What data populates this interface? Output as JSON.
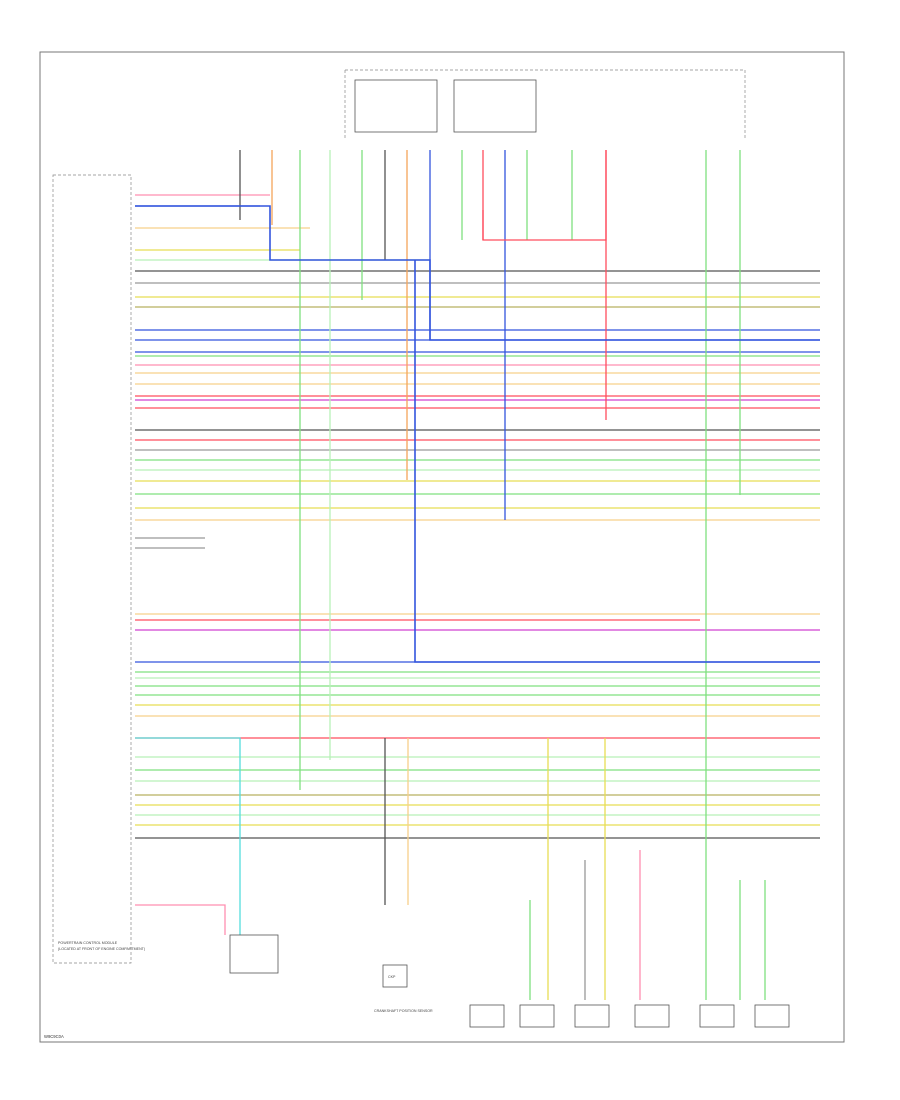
{
  "diagram": {
    "label_code": "W9C9C0A",
    "left_module_caption": "POWERTRAIN CONTROL MODULE",
    "left_module_note": "(LOCATED AT FRONT OF ENGINE COMPARTMENT)",
    "bottom_sensor_caption": "CRANKSHAFT POSITION SENSOR",
    "bottom_sensor_label": "CKP"
  },
  "colors": {
    "pink": "#ff8fb0",
    "blue": "#3355dd",
    "yellow": "#e8dd55",
    "green": "#7fe07f",
    "orange": "#f5a55a",
    "red": "#ff4d5e",
    "magenta": "#d040d0",
    "cyan": "#55dddd",
    "gray": "#999999",
    "olive": "#b7b060",
    "light_orange": "#f7d08a",
    "light_green": "#b8f0b8",
    "dark": "#555555"
  }
}
